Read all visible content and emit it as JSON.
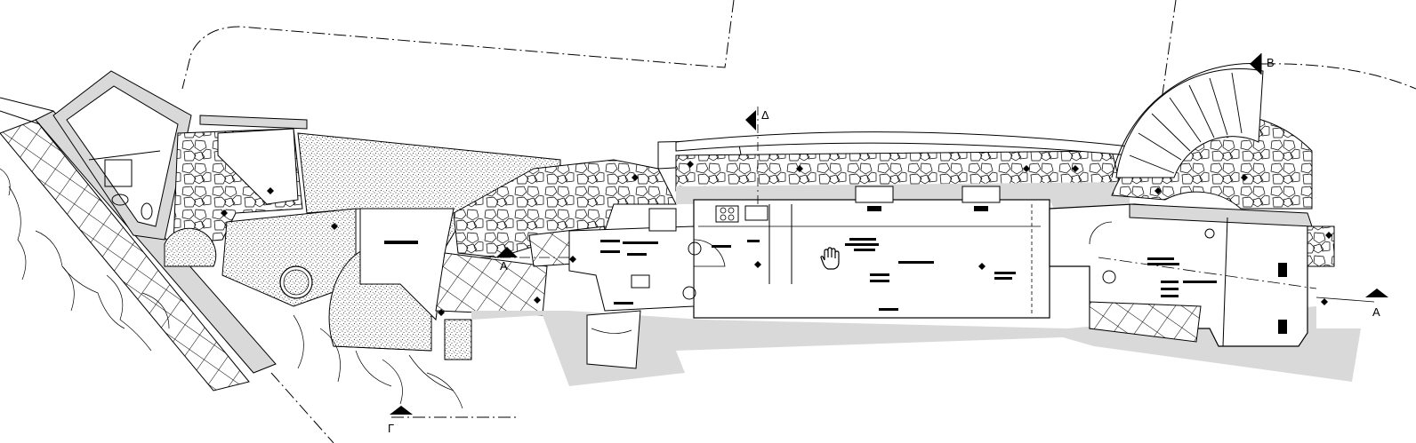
{
  "section_markers": {
    "a_left": "A",
    "a_right": "A",
    "b_top": "B",
    "d_top": "Δ",
    "g_bottom": "Γ"
  },
  "tool_cursor": "hand-pan-icon",
  "colors": {
    "line": "#000000",
    "wall_fill": "#d9d9d9",
    "paving_fill": "#ffffff",
    "gravel_dots": "#000000",
    "background": "#ffffff"
  }
}
